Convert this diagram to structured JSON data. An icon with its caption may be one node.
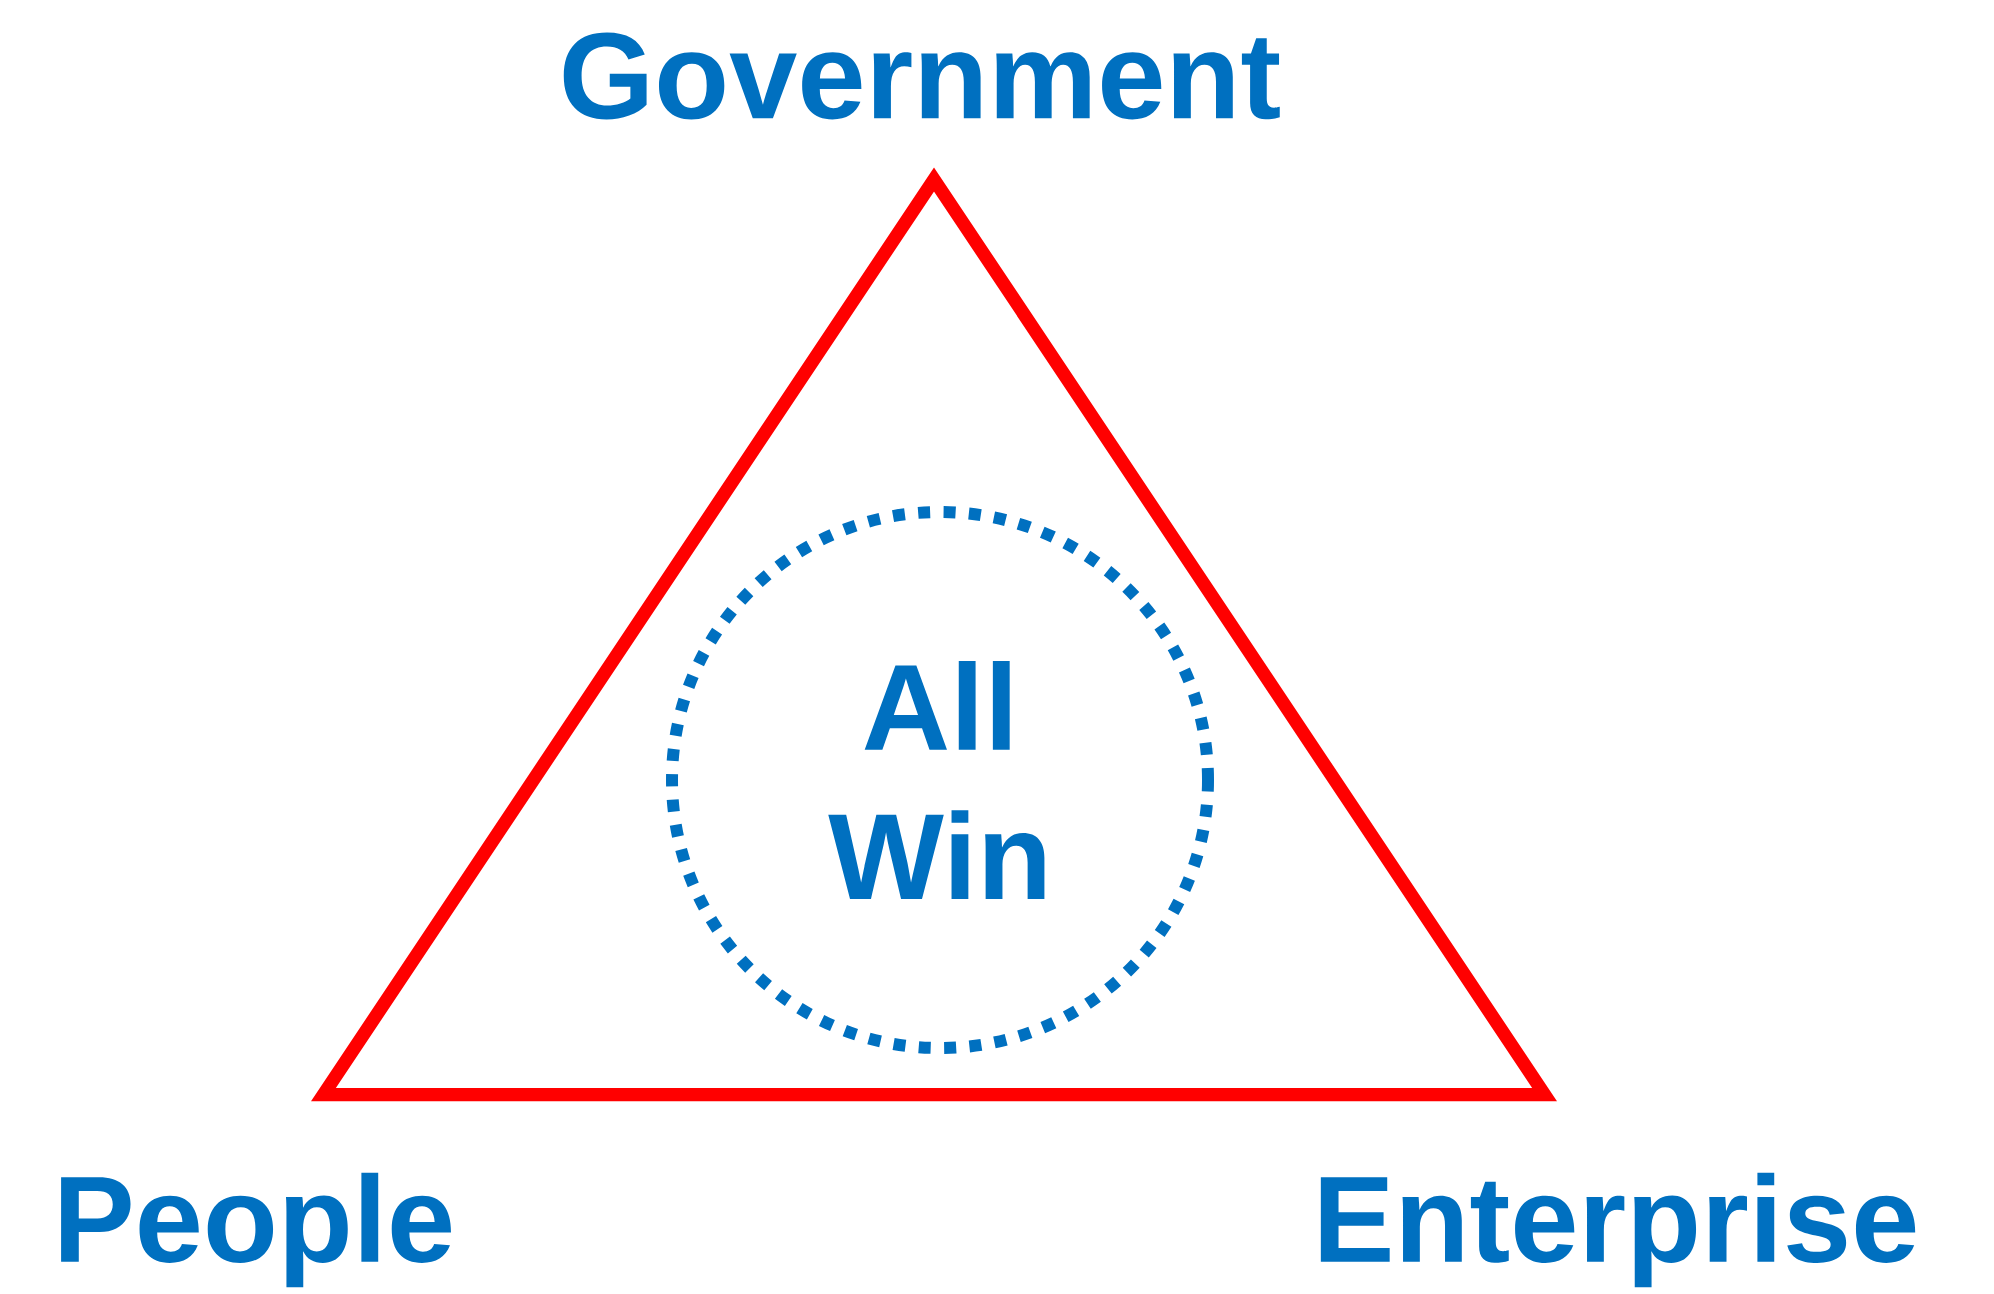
{
  "diagram": {
    "nodes": [
      {
        "text": [],
        "shape": "triangle"
      },
      {
        "text": [
          "All Win"
        ],
        "in": 0
      }
    ],
    "edges": [],
    "labels": [
      "Government",
      "People",
      "Enterprise"
    ]
  }
}
